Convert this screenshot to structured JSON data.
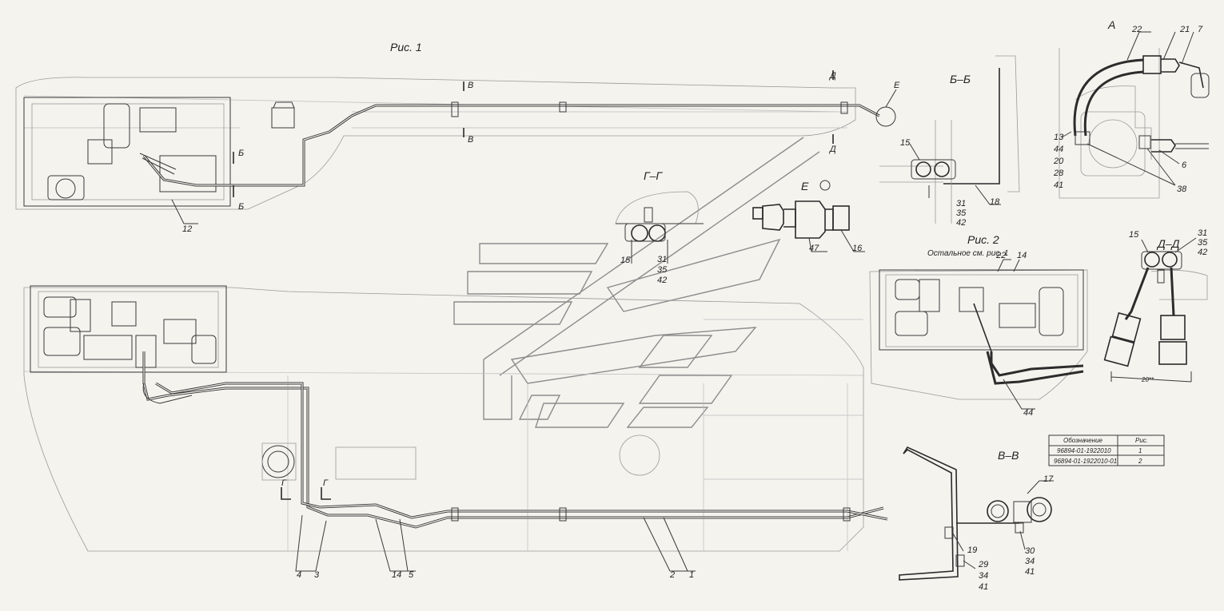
{
  "figures": {
    "fig1_title": "Рис. 1",
    "fig2_title": "Рис. 2",
    "fig2_note": "Остальное см. рис. 1"
  },
  "sections": {
    "bb": "Б–Б",
    "vv": "В–В",
    "gg": "Г–Г",
    "dd": "Д–Д",
    "e_view": "Е",
    "a_view": "А"
  },
  "cut_marks": {
    "b": "Б",
    "v": "В",
    "g": "Г",
    "d": "Д",
    "e": "Е"
  },
  "callouts": {
    "n1": "1",
    "n2": "2",
    "n3": "3",
    "n4": "4",
    "n5": "5",
    "n6": "6",
    "n7": "7",
    "n12": "12",
    "n13": "13",
    "n14": "14",
    "n15": "15",
    "n16": "16",
    "n17": "17",
    "n18": "18",
    "n19": "19",
    "n20": "20",
    "n21": "21",
    "n22": "22",
    "n28": "28",
    "n29": "29",
    "n30": "30",
    "n31": "31",
    "n34": "34",
    "n35": "35",
    "n38": "38",
    "n41": "41",
    "n42": "42",
    "n44": "44",
    "n47": "47"
  },
  "dimension": "20**",
  "spec_table": {
    "headers": [
      "Обозначение",
      "Рис."
    ],
    "rows": [
      [
        "96894-01-1922010",
        "1"
      ],
      [
        "96894-01-1922010-01",
        "2"
      ]
    ]
  }
}
